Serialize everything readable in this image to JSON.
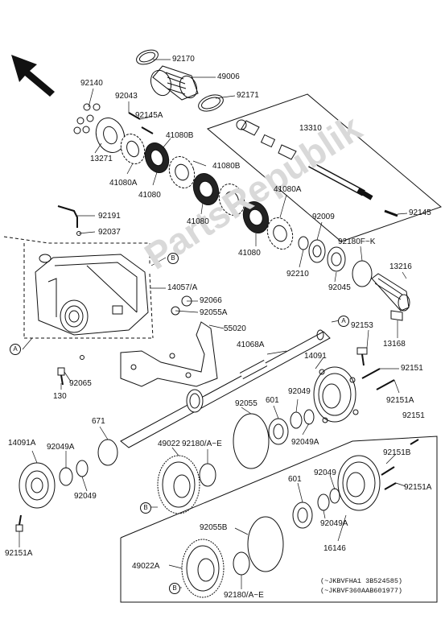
{
  "watermark": "PartsRepublik",
  "serials": [
    "(~JKBVFHA1 3B524585)",
    "(~JKBVF360AAB601977)"
  ],
  "callouts": [
    "A",
    "B"
  ],
  "labels": {
    "l92170": "92170",
    "l49006": "49006",
    "l92140": "92140",
    "l92043": "92043",
    "l92171": "92171",
    "l92145A": "92145A",
    "l13310": "13310",
    "l41080B_1": "41080B",
    "l13271": "13271",
    "l41080A_1": "41080A",
    "l41080_1": "41080",
    "l41080B_2": "41080B",
    "l41080_2": "41080",
    "l41080A_2": "41080A",
    "l92191": "92191",
    "l92037": "92037",
    "l92009": "92009",
    "l92145": "92145",
    "l92180FK": "92180F~K",
    "l41080_3": "41080",
    "l92210": "92210",
    "l13216": "13216",
    "l14057A": "14057/A",
    "l92045": "92045",
    "l92066": "92066",
    "l92055A": "92055A",
    "l55020": "55020",
    "l41068A": "41068A",
    "l92153": "92153",
    "l13168": "13168",
    "l14091": "14091",
    "l92151_1": "92151",
    "l92065": "92065",
    "l130": "130",
    "l92055": "92055",
    "l601_1": "601",
    "l92049_1": "92049",
    "l92151A_1": "92151A",
    "l92049A_1": "92049A",
    "l671": "671",
    "l92151_2": "92151",
    "l14091A": "14091A",
    "l92049A_2": "92049A",
    "l49022": "49022",
    "l92180AE_1": "92180/A~E",
    "l92151B": "92151B",
    "l92049_2": "92049",
    "l92049_3": "92049",
    "l601_2": "601",
    "l92151A_2": "92151A",
    "l92049A_3": "92049A",
    "l92055B": "92055B",
    "l92151A_3": "92151A",
    "l16146": "16146",
    "l49022A": "49022A",
    "l92180AE_2": "92180/A~E"
  }
}
